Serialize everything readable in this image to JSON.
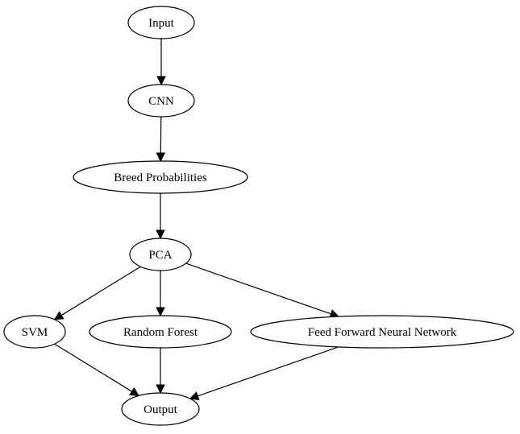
{
  "diagram": {
    "nodes": [
      {
        "id": "input",
        "label": "Input"
      },
      {
        "id": "cnn",
        "label": "CNN"
      },
      {
        "id": "breed",
        "label": "Breed Probabilities"
      },
      {
        "id": "pca",
        "label": "PCA"
      },
      {
        "id": "svm",
        "label": "SVM"
      },
      {
        "id": "rf",
        "label": "Random Forest"
      },
      {
        "id": "ffnn",
        "label": "Feed Forward Neural Network"
      },
      {
        "id": "output",
        "label": "Output"
      }
    ],
    "edges": [
      {
        "from": "input",
        "to": "cnn"
      },
      {
        "from": "cnn",
        "to": "breed"
      },
      {
        "from": "breed",
        "to": "pca"
      },
      {
        "from": "pca",
        "to": "svm"
      },
      {
        "from": "pca",
        "to": "rf"
      },
      {
        "from": "pca",
        "to": "ffnn"
      },
      {
        "from": "svm",
        "to": "output"
      },
      {
        "from": "rf",
        "to": "output"
      },
      {
        "from": "ffnn",
        "to": "output"
      }
    ]
  }
}
